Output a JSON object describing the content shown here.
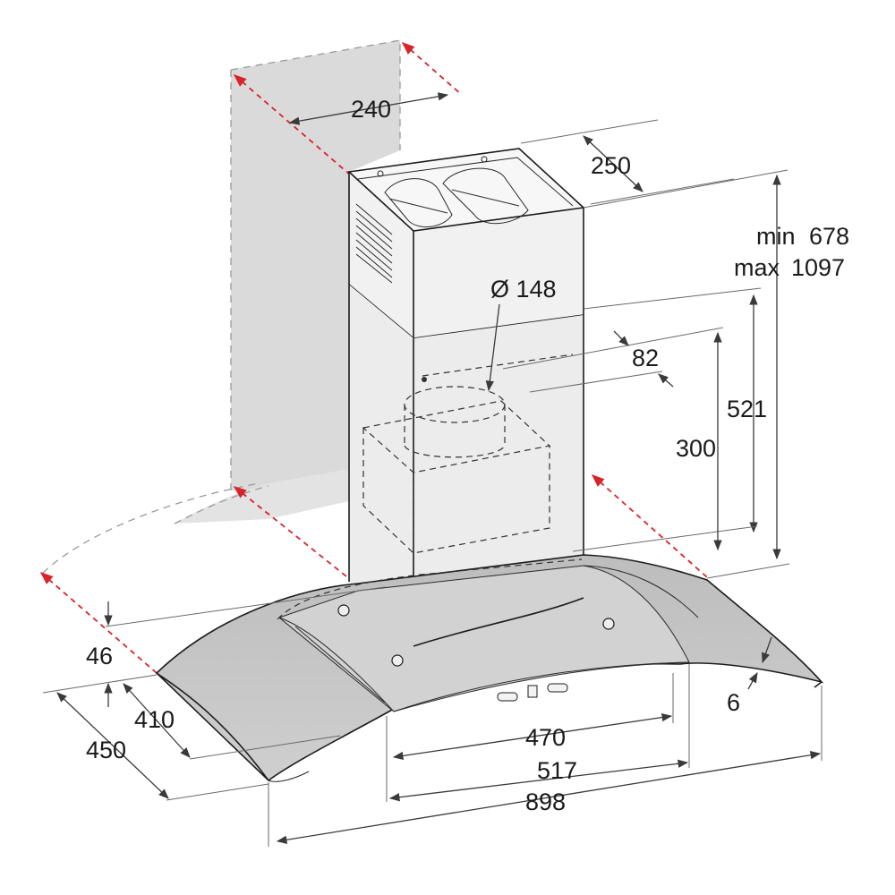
{
  "dimensions": {
    "chimney_depth": "240",
    "chimney_width": "250",
    "height_min_label": "min",
    "height_min_value": "678",
    "height_max_label": "max",
    "height_max_value": "1097",
    "outlet_diameter": "Ø 148",
    "outlet_offset": "82",
    "upper_height": "521",
    "lower_height": "300",
    "canopy_height": "46",
    "hood_depth_inner": "410",
    "hood_depth_outer": "450",
    "glass_thickness": "6",
    "width_470": "470",
    "width_517": "517",
    "width_898": "898"
  },
  "colors": {
    "wall": "#d8d8d8",
    "glass": "#c4c4c4",
    "steel": "#ececec",
    "red_guide": "#d8232a"
  }
}
